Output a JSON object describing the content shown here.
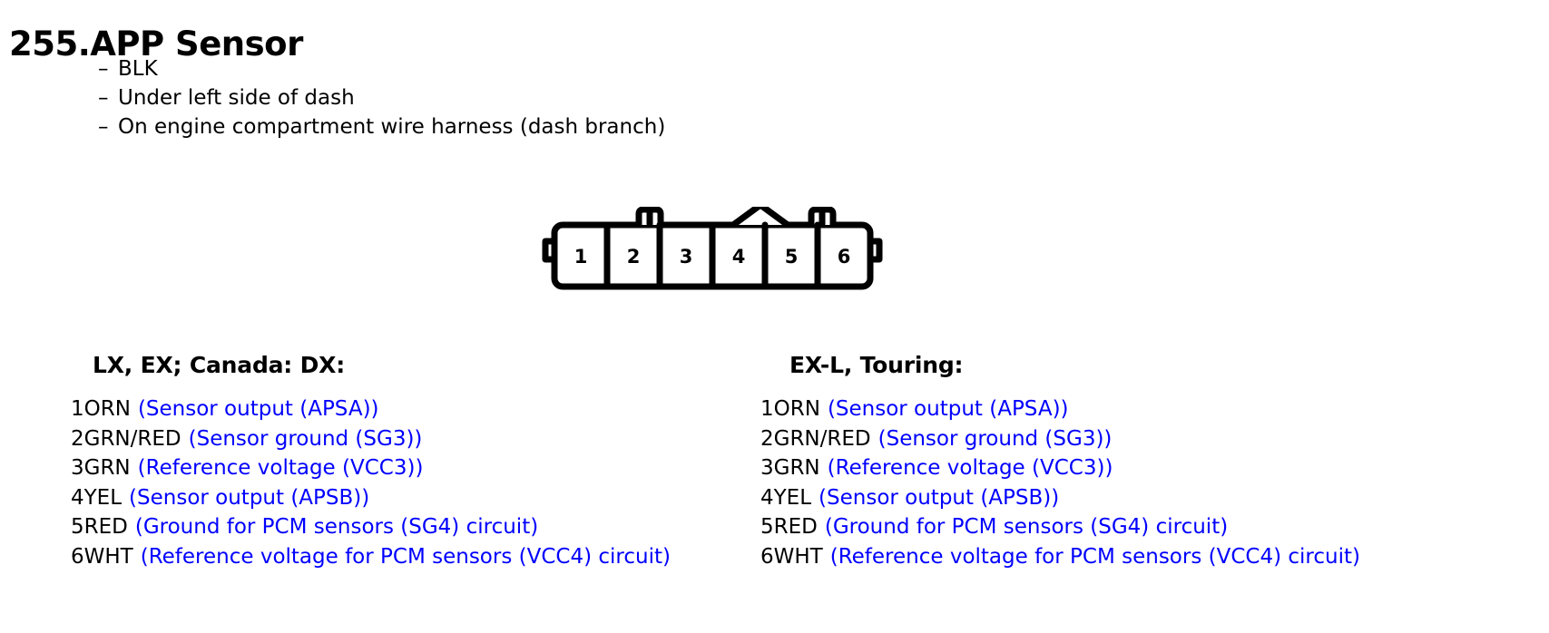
{
  "title": "255.APP Sensor",
  "bullets": [
    {
      "dash": "–",
      "text": "BLK"
    },
    {
      "dash": "–",
      "text": "Under left side of dash"
    },
    {
      "dash": "–",
      "text": "On engine compartment wire harness (dash branch)"
    }
  ],
  "connector": {
    "cavities": [
      "1",
      "2",
      "3",
      "4",
      "5",
      "6"
    ],
    "outline_color": "#000000",
    "fill_color": "#ffffff"
  },
  "colors": {
    "text": "#000000",
    "circuit": "#0000ff"
  },
  "columns": [
    {
      "heading": "LX, EX; Canada: DX:",
      "pins": [
        {
          "label": "1ORN",
          "desc": "(Sensor output (APSA))"
        },
        {
          "label": "2GRN/RED",
          "desc": "(Sensor ground (SG3))"
        },
        {
          "label": "3GRN",
          "desc": "(Reference voltage (VCC3))"
        },
        {
          "label": "4YEL",
          "desc": "(Sensor output (APSB))"
        },
        {
          "label": "5RED",
          "desc": "(Ground for PCM sensors (SG4) circuit)"
        },
        {
          "label": "6WHT",
          "desc": "(Reference voltage for PCM sensors (VCC4) circuit)"
        }
      ]
    },
    {
      "heading": "EX-L, Touring:",
      "pins": [
        {
          "label": "1ORN",
          "desc": "(Sensor output (APSA))"
        },
        {
          "label": "2GRN/RED",
          "desc": "(Sensor ground (SG3))"
        },
        {
          "label": "3GRN",
          "desc": "(Reference voltage (VCC3))"
        },
        {
          "label": "4YEL",
          "desc": "(Sensor output (APSB))"
        },
        {
          "label": "5RED",
          "desc": "(Ground for PCM sensors (SG4) circuit)"
        },
        {
          "label": "6WHT",
          "desc": "(Reference voltage for PCM sensors (VCC4) circuit)"
        }
      ]
    }
  ]
}
